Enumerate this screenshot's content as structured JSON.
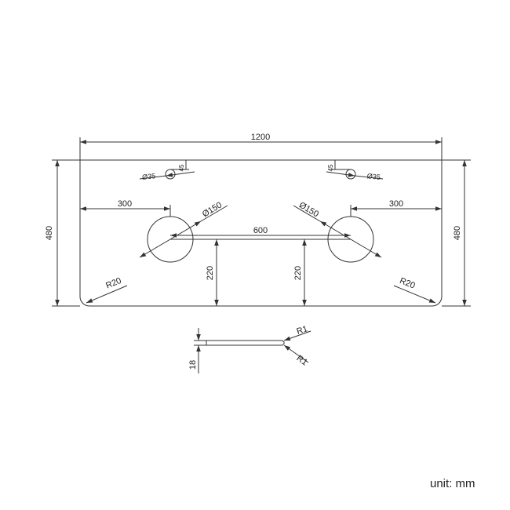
{
  "colors": {
    "line": "#333333",
    "text": "#222222",
    "background": "#ffffff"
  },
  "dimensions": {
    "overall_width": "1200",
    "height_left": "480",
    "height_right": "480",
    "bowl_spacing": "600",
    "bowl_offset_left": "300",
    "bowl_offset_right": "300",
    "bowl_diameter_left": "Ø150",
    "bowl_diameter_right": "Ø150",
    "bowl_depth_left": "220",
    "bowl_depth_right": "220",
    "tap_hole_left": "Ø35",
    "tap_hole_right": "Ø35",
    "tap_offset_left": "45",
    "tap_offset_right": "45",
    "corner_radius_left": "R20",
    "corner_radius_right": "R20"
  },
  "section": {
    "thickness": "18",
    "edge_radius_top": "R1",
    "edge_radius_bottom": "R1"
  },
  "unit_label": "unit: mm"
}
